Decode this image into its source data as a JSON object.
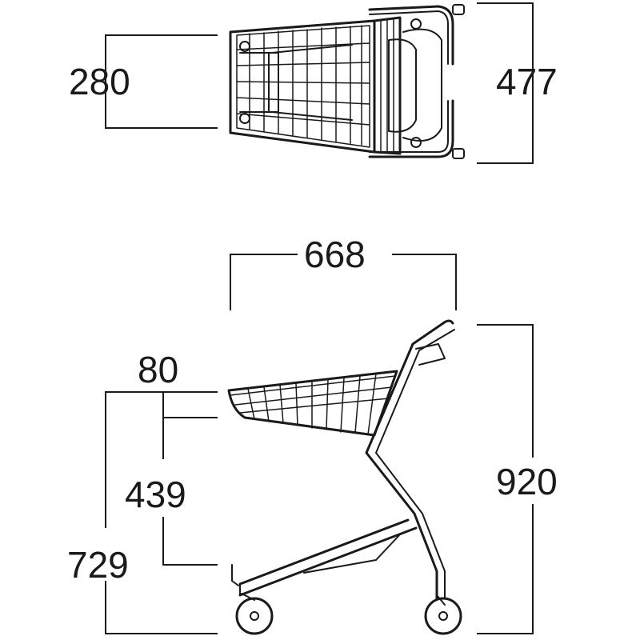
{
  "dimensions": {
    "top_width": "280",
    "top_length": "477",
    "side_length": "668",
    "basket_depth": "80",
    "lower_height": "439",
    "basket_height": "729",
    "total_height": "920"
  }
}
